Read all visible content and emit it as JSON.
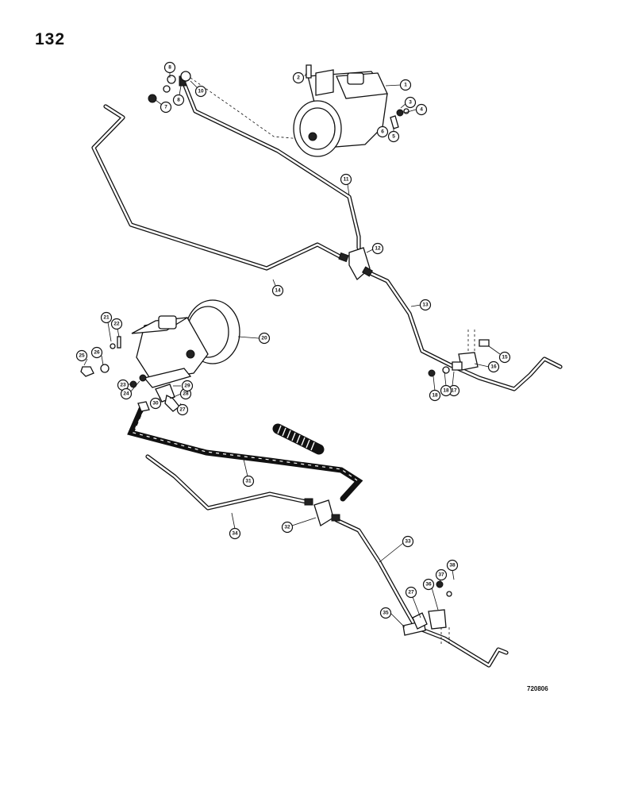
{
  "page": {
    "number": "132",
    "figure_code": "720806"
  },
  "callouts": [
    {
      "id": "c1",
      "label": "1"
    },
    {
      "id": "c2",
      "label": "2"
    },
    {
      "id": "c3",
      "label": "3"
    },
    {
      "id": "c4",
      "label": "4"
    },
    {
      "id": "c5",
      "label": "5"
    },
    {
      "id": "c6",
      "label": "6"
    },
    {
      "id": "c7",
      "label": "7"
    },
    {
      "id": "c8a",
      "label": "8"
    },
    {
      "id": "c8b",
      "label": "8"
    },
    {
      "id": "c10",
      "label": "10"
    },
    {
      "id": "c11",
      "label": "11"
    },
    {
      "id": "c12",
      "label": "12"
    },
    {
      "id": "c13",
      "label": "13"
    },
    {
      "id": "c14",
      "label": "14"
    },
    {
      "id": "c15",
      "label": "15"
    },
    {
      "id": "c16",
      "label": "16"
    },
    {
      "id": "c17",
      "label": "17"
    },
    {
      "id": "c18a",
      "label": "18"
    },
    {
      "id": "c18b",
      "label": "18"
    },
    {
      "id": "c20",
      "label": "20"
    },
    {
      "id": "c21",
      "label": "21"
    },
    {
      "id": "c22",
      "label": "22"
    },
    {
      "id": "c23",
      "label": "23"
    },
    {
      "id": "c24",
      "label": "24"
    },
    {
      "id": "c25",
      "label": "25"
    },
    {
      "id": "c26",
      "label": "26"
    },
    {
      "id": "c27a",
      "label": "27"
    },
    {
      "id": "c28",
      "label": "28"
    },
    {
      "id": "c29",
      "label": "29"
    },
    {
      "id": "c30",
      "label": "30"
    },
    {
      "id": "c31",
      "label": "31"
    },
    {
      "id": "c32",
      "label": "32"
    },
    {
      "id": "c33",
      "label": "33"
    },
    {
      "id": "c34",
      "label": "34"
    },
    {
      "id": "c35",
      "label": "35"
    },
    {
      "id": "c27b",
      "label": "27"
    },
    {
      "id": "c36",
      "label": "36"
    },
    {
      "id": "c37",
      "label": "37"
    },
    {
      "id": "c38",
      "label": "38"
    }
  ]
}
